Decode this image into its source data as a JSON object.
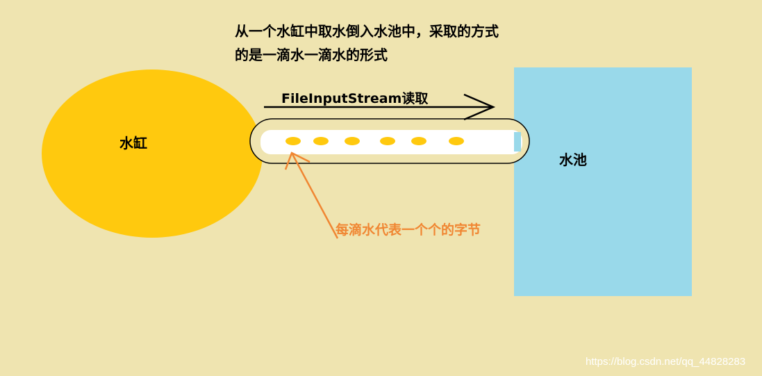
{
  "caption": {
    "line1": "从一个水缸中取水倒入水池中，采取的方式",
    "line2": "的是一滴水一滴水的形式"
  },
  "labels": {
    "vat": "水缸",
    "pool": "水池",
    "stream": "FileInputStream读取",
    "drop_meaning": "每滴水代表一个个的字节"
  },
  "drop_count": 6,
  "watermark": "https://blog.csdn.net/qq_44828283",
  "colors": {
    "background": "#efe4b0",
    "vat": "#ffc90e",
    "pool": "#99d9ea",
    "pipe_inner": "#ffffff",
    "drop": "#ffc90e",
    "annotation": "#f08632",
    "outline": "#000000"
  }
}
